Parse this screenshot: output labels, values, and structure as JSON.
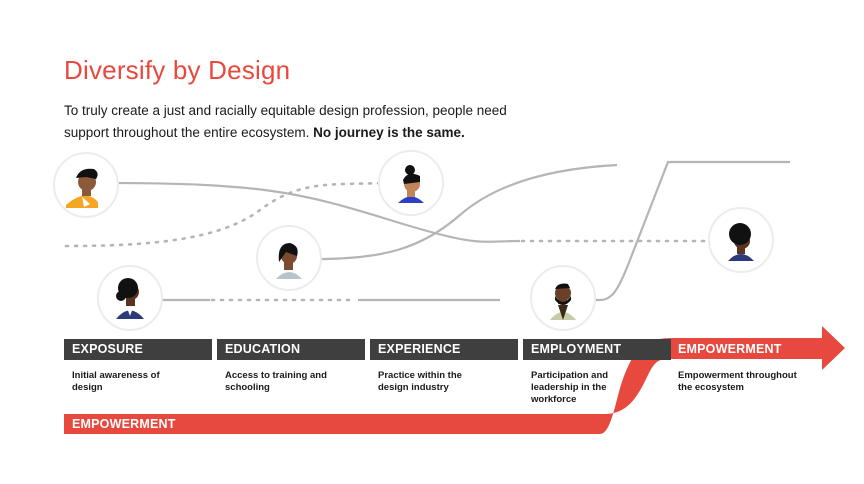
{
  "title": "Diversify by Design",
  "intro": {
    "text": "To truly create a just and racially equitable design profession, people need support throughout the entire ecosystem. ",
    "emphasis": "No journey is the same."
  },
  "stages": [
    {
      "label": "EXPOSURE",
      "desc": "Initial awareness of design"
    },
    {
      "label": "EDUCATION",
      "desc": "Access to training and schooling"
    },
    {
      "label": "EXPERIENCE",
      "desc": "Practice within the design industry"
    },
    {
      "label": "EMPLOYMENT",
      "desc": "Participation and leadership in the workforce"
    },
    {
      "label": "EMPOWERMENT",
      "desc": "Empowerment throughout the ecosystem"
    }
  ],
  "bottom_band_label": "EMPOWERMENT",
  "colors": {
    "accent": "#e8493f",
    "stage_bar": "#3f3f3f",
    "path": "#b5b5b5"
  }
}
